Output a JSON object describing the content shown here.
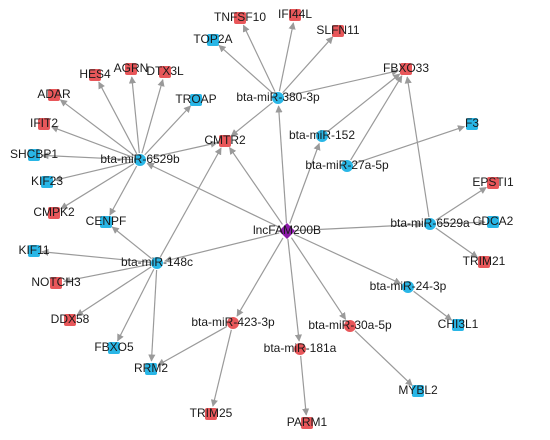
{
  "colors": {
    "mrna_up": "#e8575a",
    "mrna_down": "#29b6e6",
    "mirna_red": "#e8575a",
    "mirna_blue": "#29b6e6",
    "lncrna": "#8b1aa8",
    "edge": "#9a9a9a"
  },
  "network": {
    "nodes": [
      {
        "id": "lnc",
        "label": "lncFAM200B",
        "kind": "lnc"
      },
      {
        "id": "m380",
        "label": "bta-miR-380-3p",
        "kind": "mirna",
        "color": "blue"
      },
      {
        "id": "m6529b",
        "label": "bta-miR-6529b",
        "kind": "mirna",
        "color": "blue"
      },
      {
        "id": "m148c",
        "label": "bta-miR-148c",
        "kind": "mirna",
        "color": "blue"
      },
      {
        "id": "m152",
        "label": "bta-miR-152",
        "kind": "mirna",
        "color": "blue"
      },
      {
        "id": "m27a",
        "label": "bta-miR-27a-5p",
        "kind": "mirna",
        "color": "blue"
      },
      {
        "id": "m6529a",
        "label": "bta-miR-6529a",
        "kind": "mirna",
        "color": "blue"
      },
      {
        "id": "m24",
        "label": "bta-miR-24-3p",
        "kind": "mirna",
        "color": "blue"
      },
      {
        "id": "m30a",
        "label": "bta-miR-30a-5p",
        "kind": "mirna",
        "color": "red"
      },
      {
        "id": "m181a",
        "label": "bta-miR-181a",
        "kind": "mirna",
        "color": "red"
      },
      {
        "id": "m423",
        "label": "bta-miR-423-3p",
        "kind": "mirna",
        "color": "red"
      },
      {
        "id": "TNFSF10",
        "label": "TNFSF10",
        "kind": "mrna",
        "color": "red"
      },
      {
        "id": "IFI44L",
        "label": "IFI44L",
        "kind": "mrna",
        "color": "red"
      },
      {
        "id": "SLFN11",
        "label": "SLFN11",
        "kind": "mrna",
        "color": "red"
      },
      {
        "id": "TOP2A",
        "label": "TOP2A",
        "kind": "mrna",
        "color": "blue"
      },
      {
        "id": "FBXO33",
        "label": "FBXO33",
        "kind": "mrna",
        "color": "red"
      },
      {
        "id": "HES4",
        "label": "HES4",
        "kind": "mrna",
        "color": "red"
      },
      {
        "id": "AGRN",
        "label": "AGRN",
        "kind": "mrna",
        "color": "red"
      },
      {
        "id": "DTX3L",
        "label": "DTX3L",
        "kind": "mrna",
        "color": "red"
      },
      {
        "id": "ADAR",
        "label": "ADAR",
        "kind": "mrna",
        "color": "red"
      },
      {
        "id": "TROAP",
        "label": "TROAP",
        "kind": "mrna",
        "color": "blue"
      },
      {
        "id": "IFIT2",
        "label": "IFIT2",
        "kind": "mrna",
        "color": "red"
      },
      {
        "id": "CMTR2",
        "label": "CMTR2",
        "kind": "mrna",
        "color": "red"
      },
      {
        "id": "SHCBP1",
        "label": "SHCBP1",
        "kind": "mrna",
        "color": "blue"
      },
      {
        "id": "KIF23",
        "label": "KIF23",
        "kind": "mrna",
        "color": "blue"
      },
      {
        "id": "CMPK2",
        "label": "CMPK2",
        "kind": "mrna",
        "color": "red"
      },
      {
        "id": "CENPF",
        "label": "CENPF",
        "kind": "mrna",
        "color": "blue"
      },
      {
        "id": "F3",
        "label": "F3",
        "kind": "mrna",
        "color": "blue"
      },
      {
        "id": "EPSTI1",
        "label": "EPSTI1",
        "kind": "mrna",
        "color": "red"
      },
      {
        "id": "CDCA2",
        "label": "CDCA2",
        "kind": "mrna",
        "color": "blue"
      },
      {
        "id": "TRIM21",
        "label": "TRIM21",
        "kind": "mrna",
        "color": "red"
      },
      {
        "id": "KIF11",
        "label": "KIF11",
        "kind": "mrna",
        "color": "blue"
      },
      {
        "id": "NOTCH3",
        "label": "NOTCH3",
        "kind": "mrna",
        "color": "red"
      },
      {
        "id": "DDX58",
        "label": "DDX58",
        "kind": "mrna",
        "color": "red"
      },
      {
        "id": "FBXO5",
        "label": "FBXO5",
        "kind": "mrna",
        "color": "blue"
      },
      {
        "id": "RRM2",
        "label": "RRM2",
        "kind": "mrna",
        "color": "blue"
      },
      {
        "id": "CHI3L1",
        "label": "CHI3L1",
        "kind": "mrna",
        "color": "blue"
      },
      {
        "id": "MYBL2",
        "label": "MYBL2",
        "kind": "mrna",
        "color": "blue"
      },
      {
        "id": "TRIM25",
        "label": "TRIM25",
        "kind": "mrna",
        "color": "red"
      },
      {
        "id": "PARM1",
        "label": "PARM1",
        "kind": "mrna",
        "color": "red"
      }
    ],
    "edges": [
      [
        "lnc",
        "m380"
      ],
      [
        "lnc",
        "m6529b"
      ],
      [
        "lnc",
        "m148c"
      ],
      [
        "lnc",
        "m152"
      ],
      [
        "lnc",
        "m6529a"
      ],
      [
        "lnc",
        "m24"
      ],
      [
        "lnc",
        "m30a"
      ],
      [
        "lnc",
        "m181a"
      ],
      [
        "lnc",
        "m423"
      ],
      [
        "lnc",
        "CMTR2"
      ],
      [
        "m380",
        "TNFSF10"
      ],
      [
        "m380",
        "IFI44L"
      ],
      [
        "m380",
        "SLFN11"
      ],
      [
        "m380",
        "TOP2A"
      ],
      [
        "m380",
        "FBXO33"
      ],
      [
        "m380",
        "CMTR2"
      ],
      [
        "m6529b",
        "HES4"
      ],
      [
        "m6529b",
        "AGRN"
      ],
      [
        "m6529b",
        "DTX3L"
      ],
      [
        "m6529b",
        "ADAR"
      ],
      [
        "m6529b",
        "TROAP"
      ],
      [
        "m6529b",
        "IFIT2"
      ],
      [
        "m6529b",
        "SHCBP1"
      ],
      [
        "m6529b",
        "KIF23"
      ],
      [
        "m6529b",
        "CMPK2"
      ],
      [
        "m6529b",
        "CENPF"
      ],
      [
        "m6529b",
        "CMTR2"
      ],
      [
        "m148c",
        "KIF11"
      ],
      [
        "m148c",
        "NOTCH3"
      ],
      [
        "m148c",
        "DDX58"
      ],
      [
        "m148c",
        "FBXO5"
      ],
      [
        "m148c",
        "RRM2"
      ],
      [
        "m148c",
        "CMTR2"
      ],
      [
        "m148c",
        "CENPF"
      ],
      [
        "m152",
        "FBXO33"
      ],
      [
        "m27a",
        "FBXO33"
      ],
      [
        "m27a",
        "F3"
      ],
      [
        "m6529a",
        "FBXO33"
      ],
      [
        "m6529a",
        "EPSTI1"
      ],
      [
        "m6529a",
        "CDCA2"
      ],
      [
        "m6529a",
        "TRIM21"
      ],
      [
        "m24",
        "CHI3L1"
      ],
      [
        "m30a",
        "MYBL2"
      ],
      [
        "m181a",
        "PARM1"
      ],
      [
        "m423",
        "TRIM25"
      ],
      [
        "m423",
        "RRM2"
      ]
    ]
  }
}
